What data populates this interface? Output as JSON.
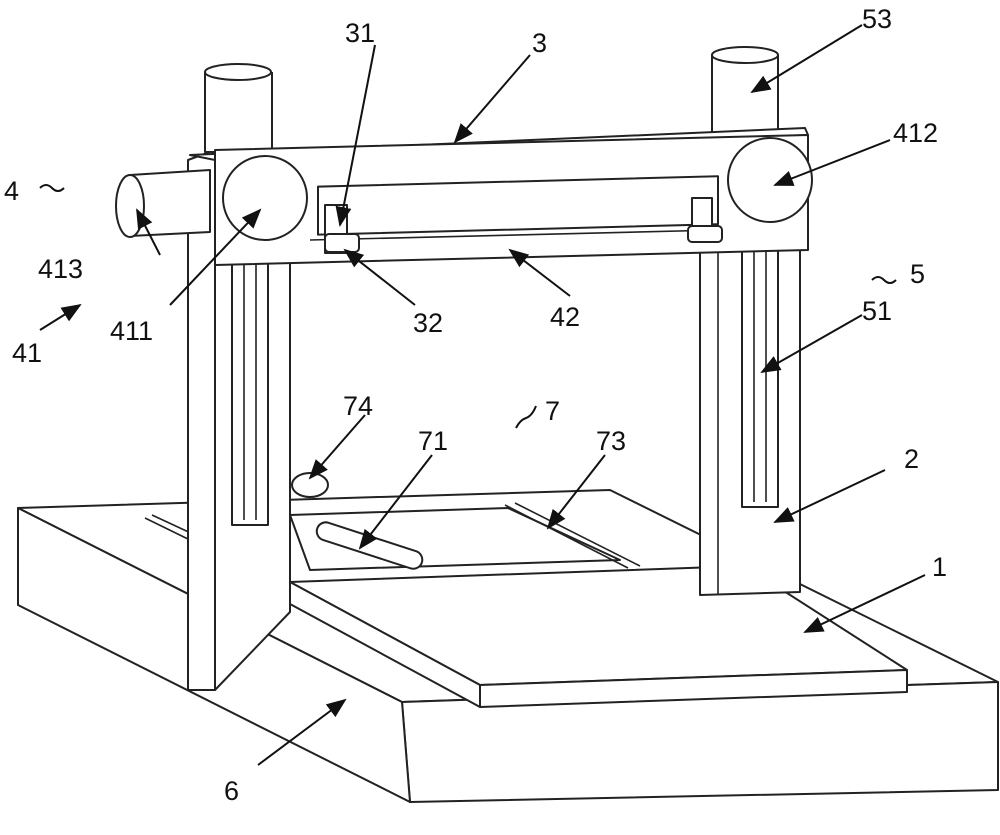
{
  "figure": {
    "labels": {
      "l1": "1",
      "l2": "2",
      "l3": "3",
      "l4": "4",
      "l5": "5",
      "l6": "6",
      "l7": "7",
      "l31": "31",
      "l32": "32",
      "l41": "41",
      "l42": "42",
      "l51": "51",
      "l53": "53",
      "l71": "71",
      "l73": "73",
      "l74": "74",
      "l411": "411",
      "l412": "412",
      "l413": "413"
    }
  }
}
